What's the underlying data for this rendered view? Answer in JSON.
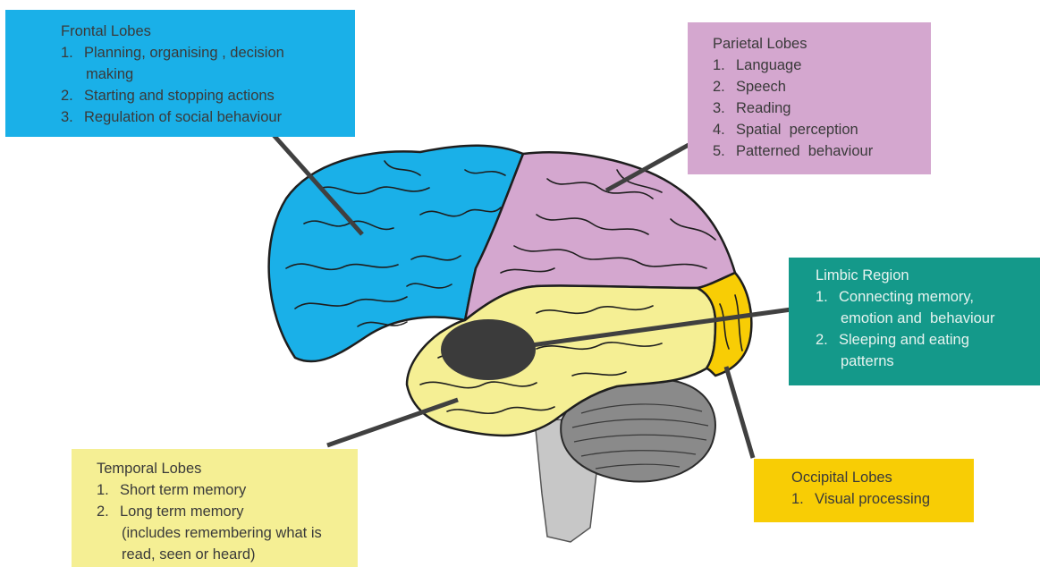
{
  "colors": {
    "frontal": "#1ab0e8",
    "parietal": "#d4a7cf",
    "limbic": "#14998a",
    "temporal": "#f5ef94",
    "occipital": "#f8cd05",
    "brain_outline": "#1e1e1e",
    "cerebellum": "#8a8a8a",
    "brainstem": "#c7c7c7",
    "limbic_marker": "#3b3b3b",
    "leader_line": "#404040"
  },
  "frontal": {
    "title": "Frontal Lobes",
    "items": [
      {
        "num": "1.",
        "text": "Planning, organising , decision",
        "cont": "making"
      },
      {
        "num": "2.",
        "text": "Starting and stopping actions"
      },
      {
        "num": "3.",
        "text": "Regulation of social behaviour"
      }
    ]
  },
  "parietal": {
    "title": "Parietal Lobes",
    "items": [
      {
        "num": "1.",
        "text": "Language"
      },
      {
        "num": "2.",
        "text": "Speech"
      },
      {
        "num": "3.",
        "text": "Reading"
      },
      {
        "num": "4.",
        "text": "Spatial  perception"
      },
      {
        "num": "5.",
        "text": "Patterned  behaviour"
      }
    ]
  },
  "limbic": {
    "title": "Limbic Region",
    "items": [
      {
        "num": "1.",
        "text": "Connecting memory,",
        "cont": "emotion and  behaviour"
      },
      {
        "num": "2.",
        "text": "Sleeping and eating",
        "cont": "patterns"
      }
    ]
  },
  "temporal": {
    "title": "Temporal Lobes",
    "items": [
      {
        "num": "1.",
        "text": "Short term memory"
      },
      {
        "num": "2.",
        "text": "Long term memory",
        "cont": "(includes remembering what is",
        "cont2": "read, seen or heard)"
      }
    ]
  },
  "occipital": {
    "title": "Occipital Lobes",
    "items": [
      {
        "num": "1.",
        "text": "Visual processing"
      }
    ]
  }
}
